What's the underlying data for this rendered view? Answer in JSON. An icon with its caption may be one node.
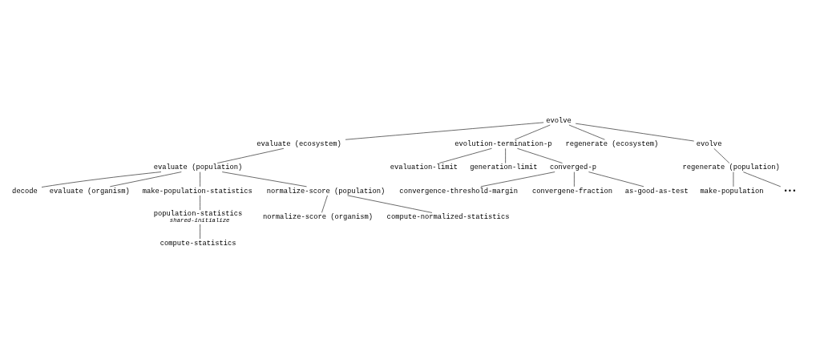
{
  "diagram": {
    "nodes": [
      {
        "text": [
          "evolve"
        ]
      },
      {
        "text": [
          "evaluate (ecosystem)"
        ]
      },
      {
        "text": [
          "evolution-termination-p"
        ]
      },
      {
        "text": [
          "regenerate (ecosystem)"
        ]
      },
      {
        "text": [
          "evolve"
        ]
      },
      {
        "text": [
          "evaluate (population)"
        ]
      },
      {
        "text": [
          "evaluation-limit"
        ]
      },
      {
        "text": [
          "generation-limit"
        ]
      },
      {
        "text": [
          "converged-p"
        ]
      },
      {
        "text": [
          "regenerate (population)"
        ]
      },
      {
        "text": [
          "decode"
        ]
      },
      {
        "text": [
          "evaluate (organism)"
        ]
      },
      {
        "text": [
          "make-population-statistics"
        ]
      },
      {
        "text": [
          "normalize-score (population)"
        ]
      },
      {
        "text": [
          "convergence-threshold-margin"
        ]
      },
      {
        "text": [
          "convergene-fraction"
        ]
      },
      {
        "text": [
          "as-good-as-test"
        ]
      },
      {
        "text": [
          "make-population"
        ]
      },
      {
        "text": [
          "•••"
        ]
      },
      {
        "text": [
          "population-statistics",
          "shared-initialize"
        ]
      },
      {
        "text": [
          "normalize-score (organism)"
        ]
      },
      {
        "text": [
          "compute-normalized-statistics"
        ]
      },
      {
        "text": [
          "compute-statistics"
        ]
      }
    ],
    "edges": [
      {
        "from": 0,
        "to": 1,
        "arrow": "none"
      },
      {
        "from": 0,
        "to": 2,
        "arrow": "none"
      },
      {
        "from": 0,
        "to": 3,
        "arrow": "none"
      },
      {
        "from": 0,
        "to": 4,
        "arrow": "none"
      },
      {
        "from": 1,
        "to": 5,
        "arrow": "none"
      },
      {
        "from": 2,
        "to": 6,
        "arrow": "none"
      },
      {
        "from": 2,
        "to": 7,
        "arrow": "none"
      },
      {
        "from": 2,
        "to": 8,
        "arrow": "none"
      },
      {
        "from": 4,
        "to": 9,
        "arrow": "none"
      },
      {
        "from": 5,
        "to": 10,
        "arrow": "none"
      },
      {
        "from": 5,
        "to": 11,
        "arrow": "none"
      },
      {
        "from": 5,
        "to": 12,
        "arrow": "none"
      },
      {
        "from": 5,
        "to": 13,
        "arrow": "none"
      },
      {
        "from": 8,
        "to": 14,
        "arrow": "none"
      },
      {
        "from": 8,
        "to": 15,
        "arrow": "none"
      },
      {
        "from": 8,
        "to": 16,
        "arrow": "none"
      },
      {
        "from": 9,
        "to": 17,
        "arrow": "none"
      },
      {
        "from": 9,
        "to": 18,
        "arrow": "none"
      },
      {
        "from": 12,
        "to": 19,
        "arrow": "none"
      },
      {
        "from": 13,
        "to": 20,
        "arrow": "none"
      },
      {
        "from": 13,
        "to": 21,
        "arrow": "none"
      },
      {
        "from": 19,
        "to": 22,
        "arrow": "none"
      }
    ]
  }
}
